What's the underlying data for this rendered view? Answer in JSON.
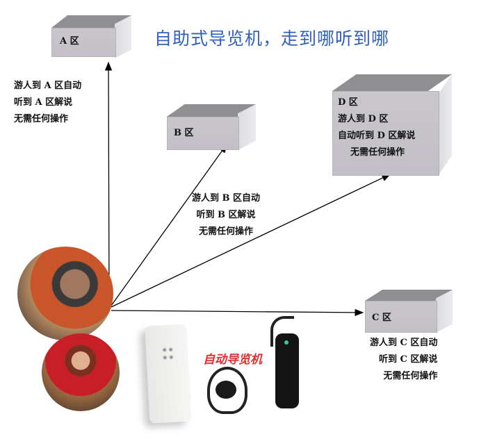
{
  "title": "自助式导览机，走到哪听到哪",
  "zones": {
    "a": {
      "name": "A 区",
      "lines": [
        "游人到 A 区自动",
        "听到 A 区解说",
        "无需任何操作"
      ]
    },
    "b": {
      "name": "B 区",
      "lines": [
        "游人到 B 区自动",
        "听到 B 区解说",
        "无需任何操作"
      ]
    },
    "c": {
      "name": "C 区",
      "lines": [
        "游人到 C 区自动",
        "听到 C 区解说",
        "无需任何操作"
      ]
    },
    "d": {
      "name": "D 区",
      "lines": [
        "游人到 D 区",
        "自动听到 D 区解说",
        "无需任何操作"
      ]
    }
  },
  "device_label": "自动导览机"
}
